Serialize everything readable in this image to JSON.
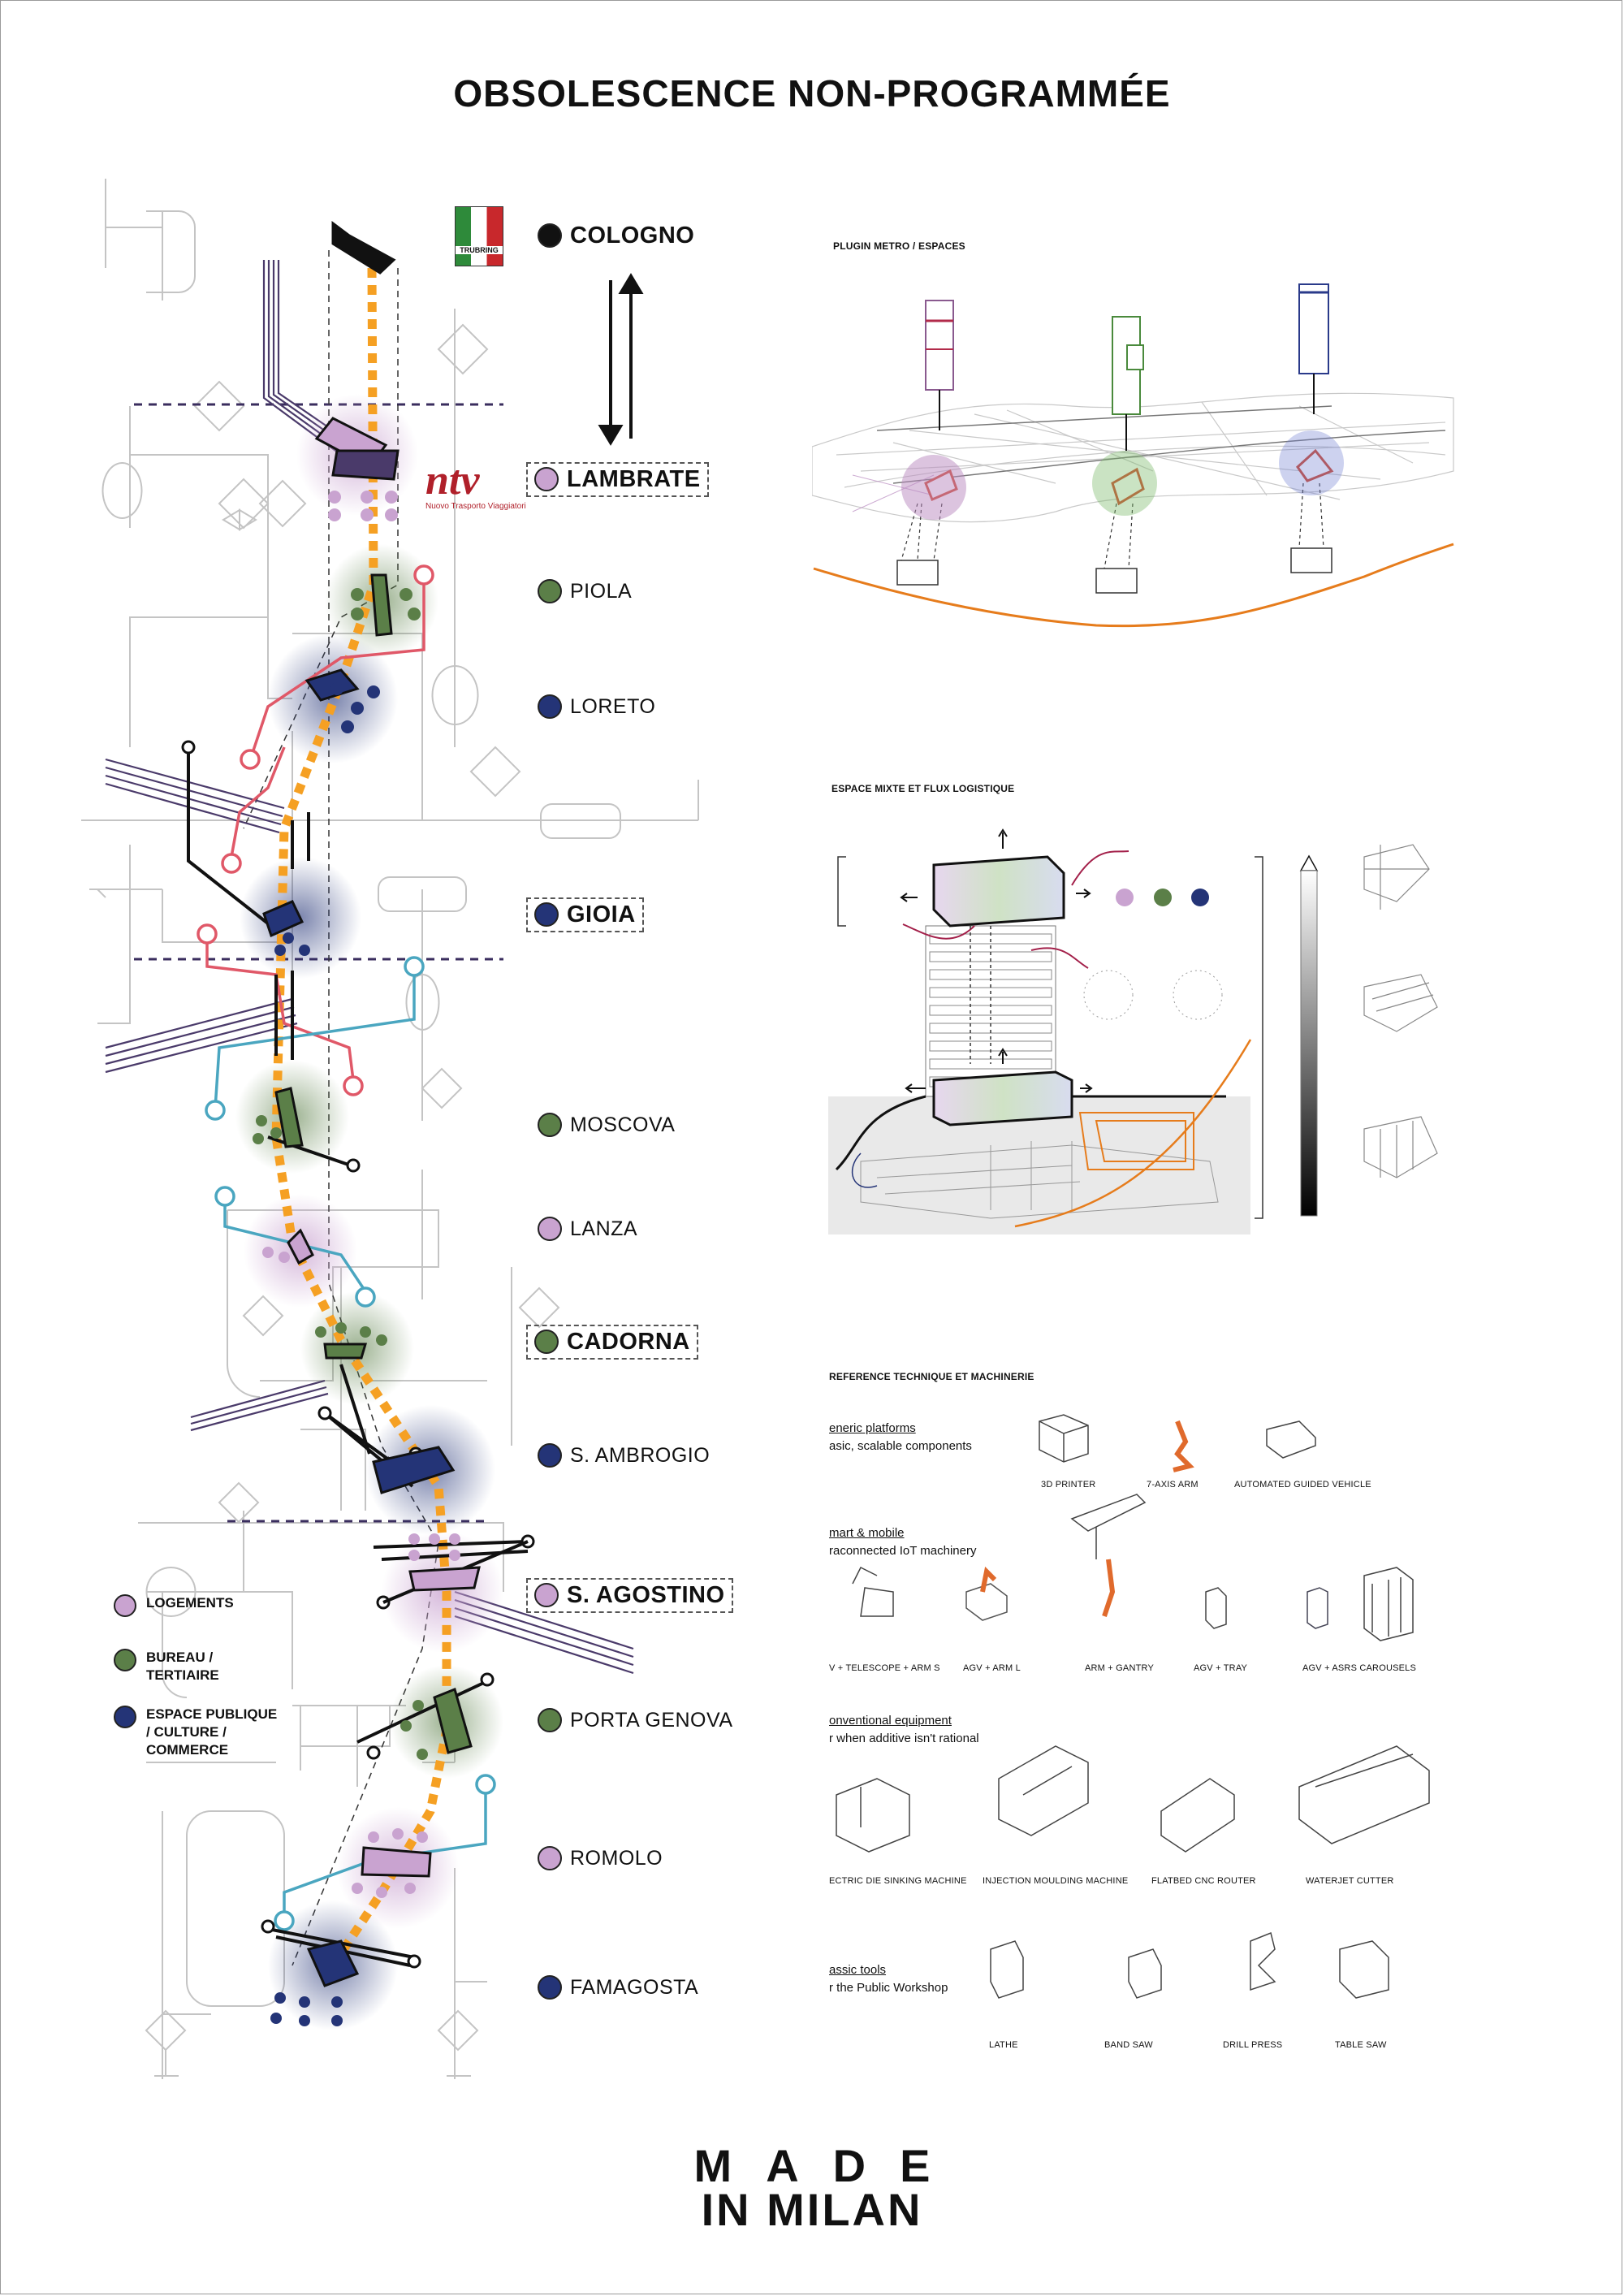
{
  "title": "OBSOLESCENCE NON-PROGRAMMÉE",
  "colors": {
    "logements": "#c9a3d0",
    "bureau": "#5b7f48",
    "espace_publique": "#243477",
    "route": "#f5a023",
    "pink_line": "#e05868",
    "teal_line": "#4aa6c0",
    "dark_purple": "#4a3a6a"
  },
  "stations": [
    {
      "name": "COLOGNO",
      "color": "#111111",
      "major": true,
      "boxed": false
    },
    {
      "name": "LAMBRATE",
      "color": "#c9a3d0",
      "major": true,
      "boxed": true
    },
    {
      "name": "PIOLA",
      "color": "#5b7f48",
      "major": false,
      "boxed": false
    },
    {
      "name": "LORETO",
      "color": "#243477",
      "major": false,
      "boxed": false
    },
    {
      "name": "GIOIA",
      "color": "#243477",
      "major": true,
      "boxed": true
    },
    {
      "name": "MOSCOVA",
      "color": "#5b7f48",
      "major": false,
      "boxed": false
    },
    {
      "name": "LANZA",
      "color": "#c9a3d0",
      "major": false,
      "boxed": false
    },
    {
      "name": "CADORNA",
      "color": "#5b7f48",
      "major": true,
      "boxed": true
    },
    {
      "name": "S. AMBROGIO",
      "color": "#243477",
      "major": false,
      "boxed": false
    },
    {
      "name": "S. AGOSTINO",
      "color": "#c9a3d0",
      "major": true,
      "boxed": true
    },
    {
      "name": "PORTA GENOVA",
      "color": "#5b7f48",
      "major": false,
      "boxed": false
    },
    {
      "name": "ROMOLO",
      "color": "#c9a3d0",
      "major": false,
      "boxed": false
    },
    {
      "name": "FAMAGOSTA",
      "color": "#243477",
      "major": false,
      "boxed": false
    }
  ],
  "legend": [
    {
      "label": "LOGEMENTS",
      "color": "#c9a3d0"
    },
    {
      "label": "BUREAU /\nTERTIAIRE",
      "color": "#5b7f48"
    },
    {
      "label": "ESPACE PUBLIQUE\n/ CULTURE /\nCOMMERCE",
      "color": "#243477"
    }
  ],
  "logos": {
    "ntv": "ntv",
    "ntv_sub": "Nuovo Trasporto Viaggiatori",
    "badge": "TRUBRING"
  },
  "sections": {
    "plugin": "PLUGIN METRO / ESPACES",
    "mixte": "ESPACE MIXTE ET FLUX LOGISTIQUE",
    "reference": "REFERENCE TECHNIQUE ET MACHINERIE"
  },
  "categories": [
    {
      "heading": "eneric platforms",
      "sub": "asic, scalable components"
    },
    {
      "heading": "mart & mobile",
      "sub": "raconnected IoT machinery"
    },
    {
      "heading": "onventional equipment",
      "sub": "r when additive isn't rational"
    },
    {
      "heading": "assic tools",
      "sub": "r the Public Workshop"
    }
  ],
  "machines": [
    [
      "3D PRINTER",
      "7-AXIS ARM",
      "AUTOMATED GUIDED VEHICLE"
    ],
    [
      "V + TELESCOPE + ARM S",
      "AGV + ARM L",
      "ARM + GANTRY",
      "AGV + TRAY",
      "AGV + ASRS CAROUSELS"
    ],
    [
      "ECTRIC DIE SINKING MACHINE",
      "INJECTION MOULDING MACHINE",
      "FLATBED CNC ROUTER",
      "WATERJET CUTTER"
    ],
    [
      "LATHE",
      "BAND SAW",
      "DRILL PRESS",
      "TABLE SAW"
    ]
  ],
  "brand": {
    "line1": "MADE",
    "line2": "IN MILAN"
  }
}
